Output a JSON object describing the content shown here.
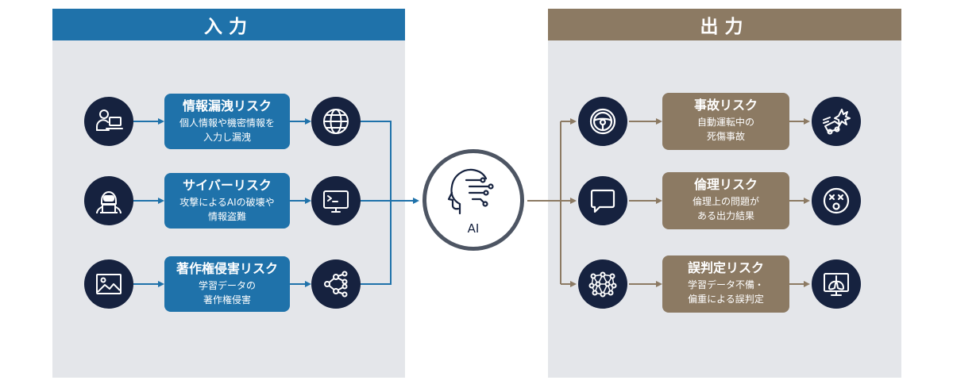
{
  "input": {
    "header": "入力"
  },
  "output": {
    "header": "出力"
  },
  "input_risks": [
    {
      "title": "情報漏洩リスク",
      "line1": "個人情報や機密情報を",
      "line2": "入力し漏洩",
      "left_icon": "person-laptop-icon",
      "right_icon": "globe-icon"
    },
    {
      "title": "サイバーリスク",
      "line1": "攻撃によるAIの破壊や",
      "line2": "情報盗難",
      "left_icon": "hacker-icon",
      "right_icon": "terminal-icon"
    },
    {
      "title": "著作権侵害リスク",
      "line1": "学習データの",
      "line2": "著作権侵害",
      "left_icon": "image-icon",
      "right_icon": "network-share-icon"
    }
  ],
  "output_risks": [
    {
      "title": "事故リスク",
      "line1": "自動運転中の",
      "line2": "死傷事故",
      "left_icon": "steering-wheel-icon",
      "right_icon": "car-crash-icon"
    },
    {
      "title": "倫理リスク",
      "line1": "倫理上の問題が",
      "line2": "ある出力結果",
      "left_icon": "speech-bubble-icon",
      "right_icon": "shocked-face-icon"
    },
    {
      "title": "誤判定リスク",
      "line1": "学習データ不備・",
      "line2": "偏重による誤判定",
      "left_icon": "neural-network-icon",
      "right_icon": "lung-xray-icon"
    }
  ],
  "ai": {
    "label": "AI",
    "icon": "ai-head-icon"
  },
  "colors": {
    "input_blue": "#1f72aa",
    "output_brown": "#8c7a63",
    "icon_navy": "#16223f",
    "panel_bg": "#e4e6ea",
    "ai_border": "#4d5563"
  }
}
